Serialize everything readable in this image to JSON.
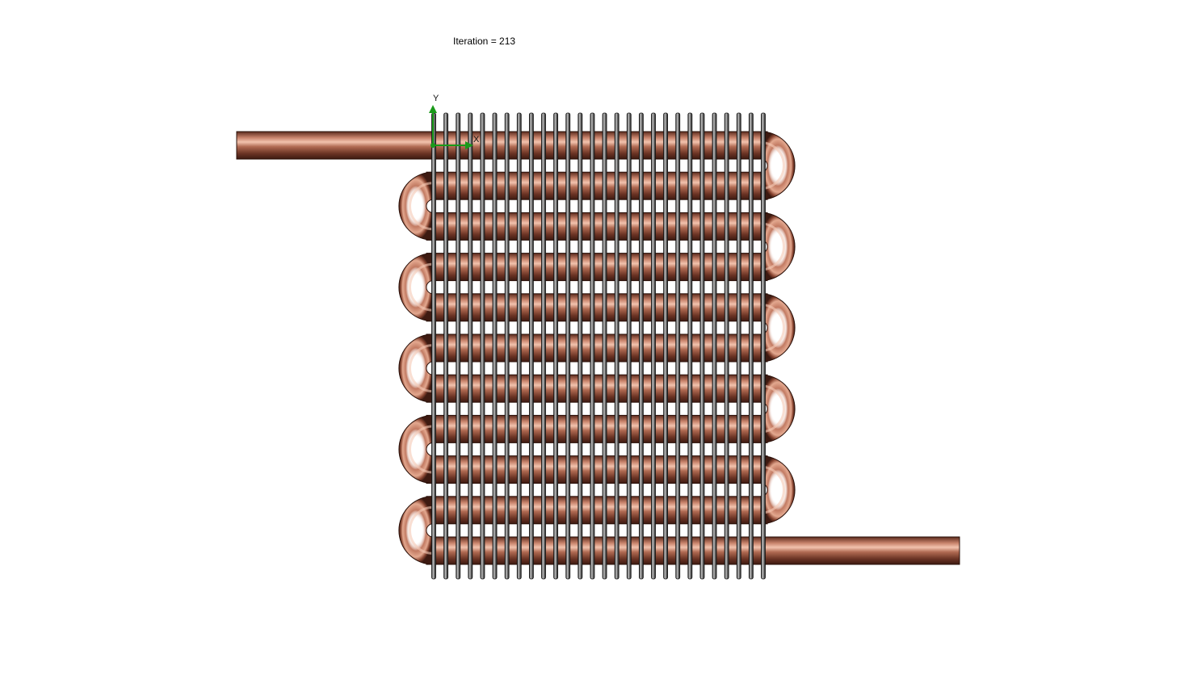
{
  "status": {
    "iteration_text": "Iteration = 213"
  },
  "triad": {
    "y_label": "Y",
    "x_label": "X",
    "color": "#1a9a1a"
  },
  "model": {
    "tube_color": "#b56b52",
    "tube_highlight": "#f2bfa9",
    "tube_shadow": "#4a1f15",
    "fin_color": "#3a3a3a",
    "fin_highlight": "#b8b8b8",
    "pass_count": 11,
    "fin_count": 28
  }
}
